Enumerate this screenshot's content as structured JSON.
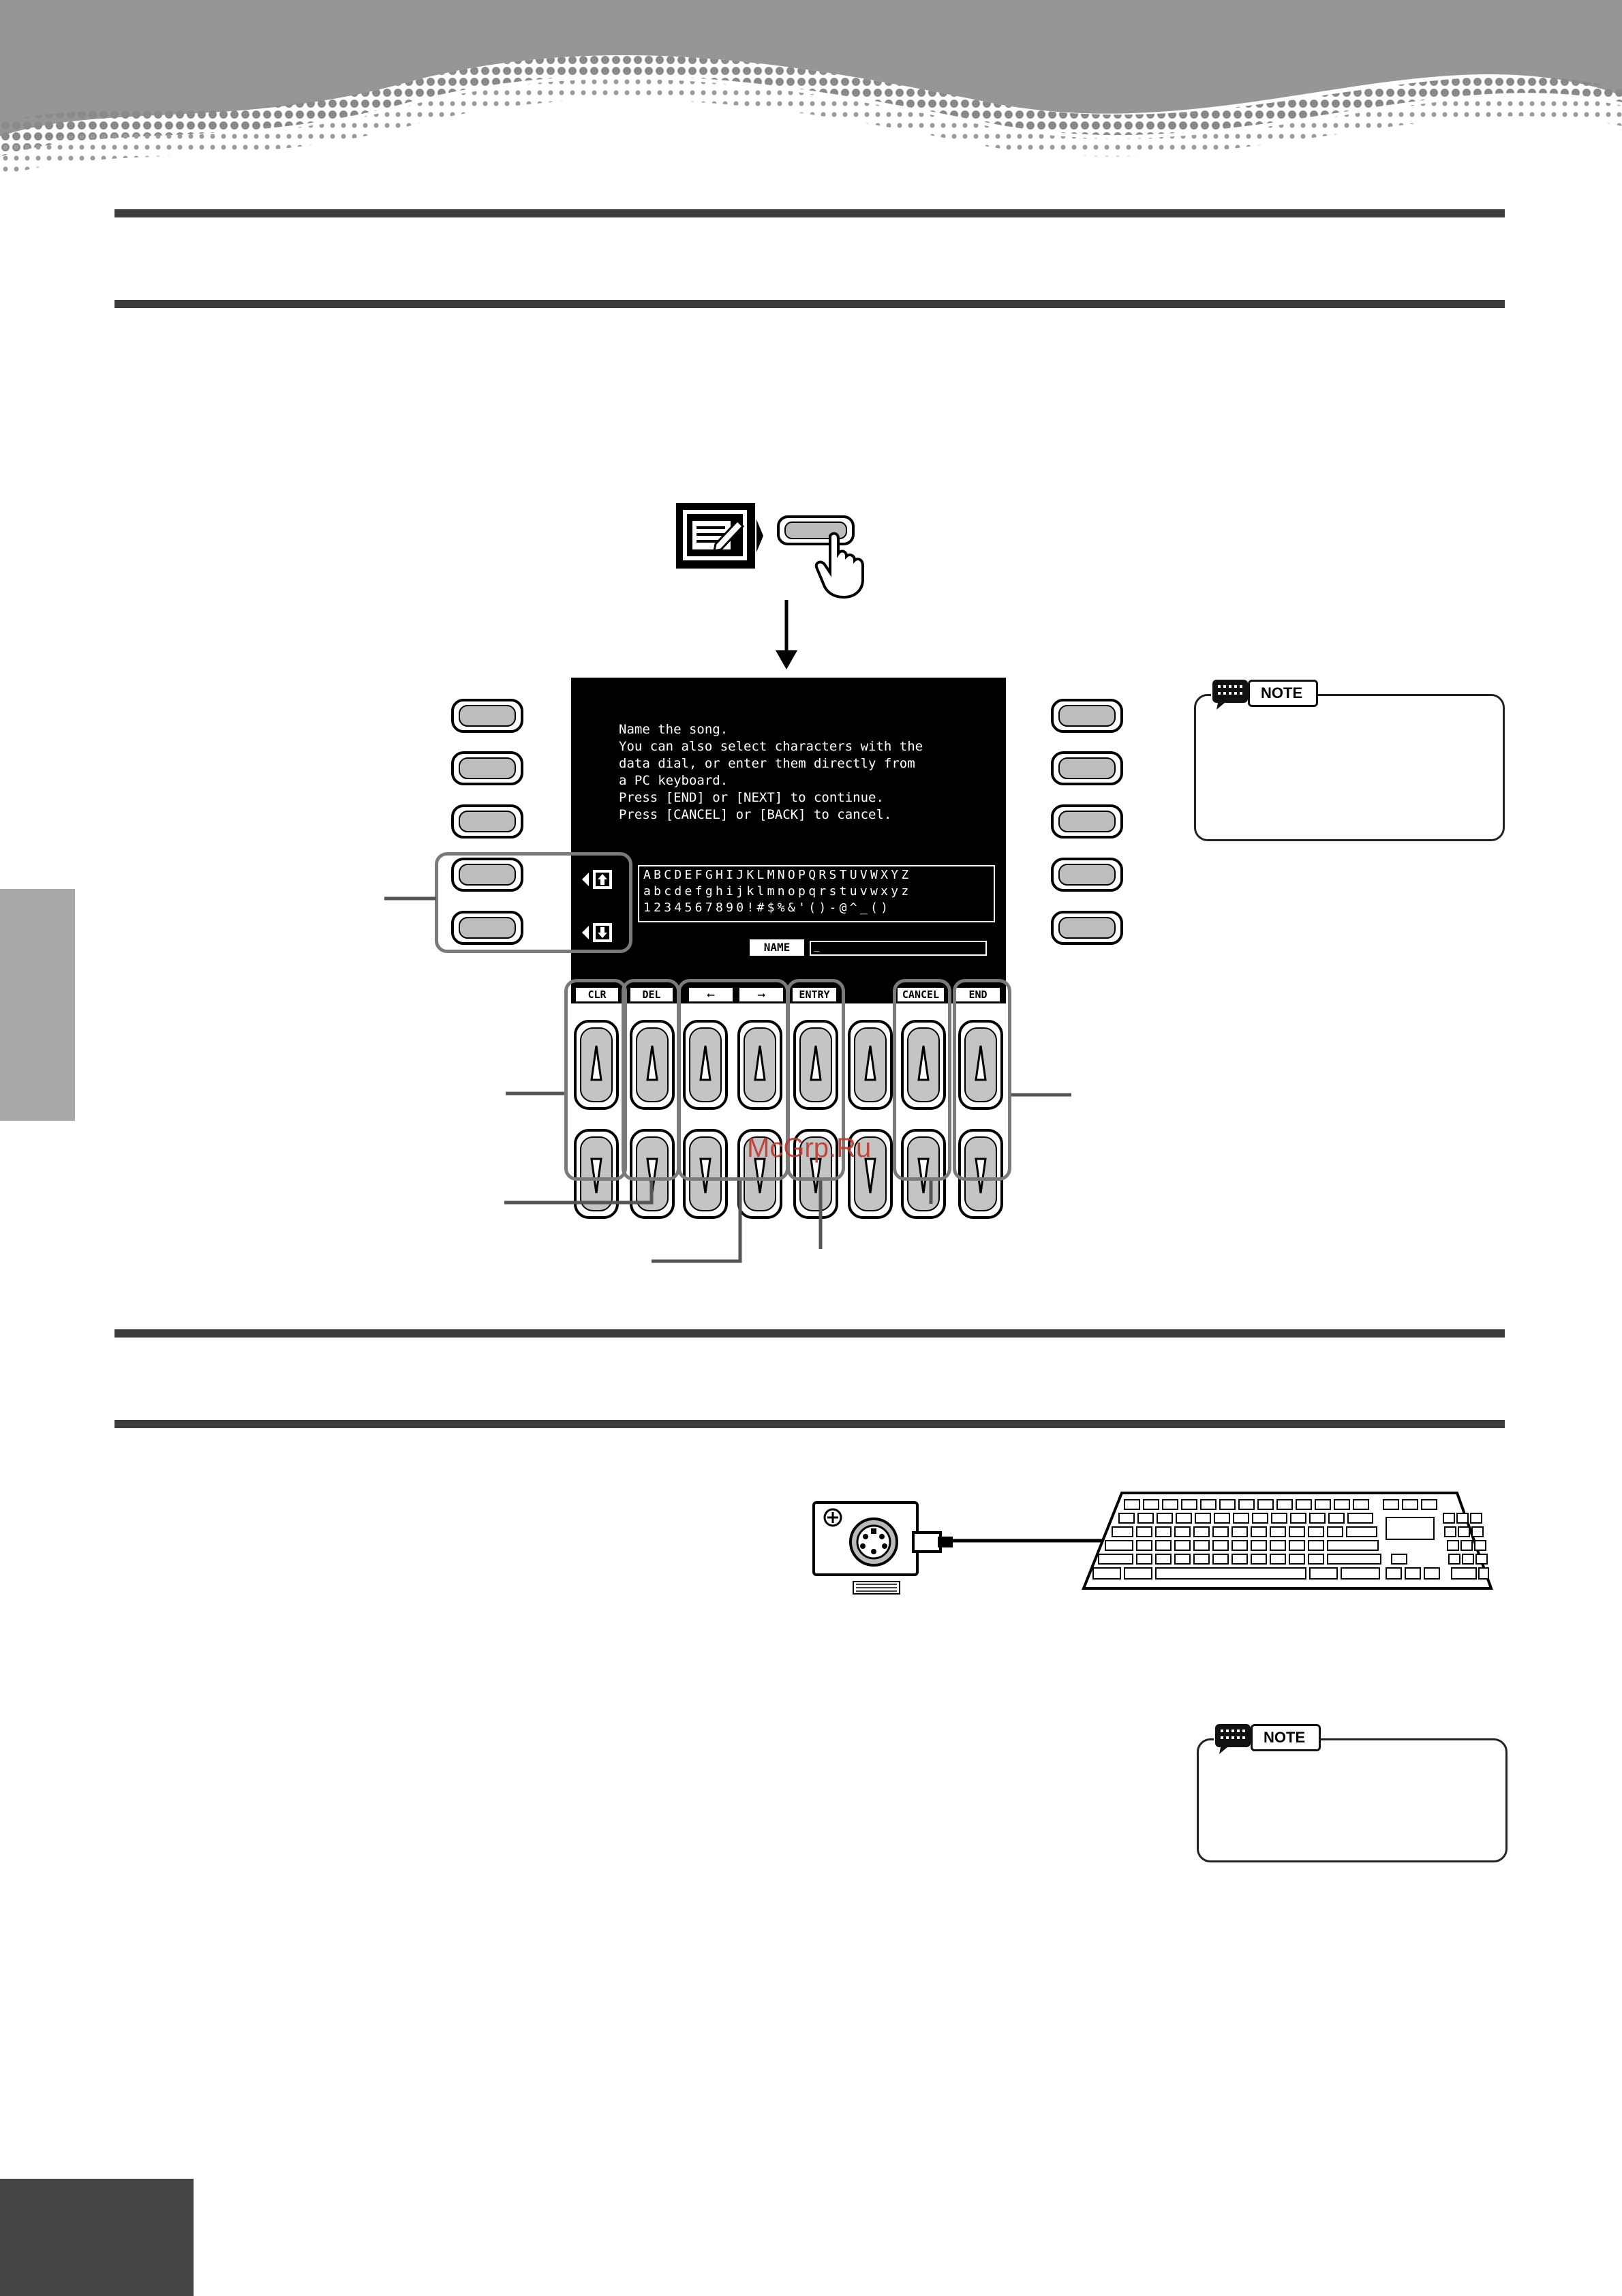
{
  "header": {
    "pattern": "halftone-wave"
  },
  "screen": {
    "message_lines": [
      "Name the song.",
      "You can also select characters with the",
      "data dial, or enter them directly from",
      "a PC keyboard.",
      "Press [END] or [NEXT] to continue.",
      "Press [CANCEL] or [BACK] to cancel."
    ],
    "char_rows": [
      "ABCDEFGHIJKLMNOPQRSTUVWXYZ",
      "abcdefghijklmnopqrstuvwxyz",
      "1234567890!#$%&'()-@^_()"
    ],
    "name_label": "NAME",
    "name_value": "_"
  },
  "bottom_tabs": [
    "CLR",
    "DEL",
    "⟵",
    "⟶",
    "ENTRY",
    "",
    "CANCEL",
    "END"
  ],
  "note_label": "NOTE",
  "watermark": "McGrp.Ru",
  "colors": {
    "screen": "#000000",
    "rule": "#3c3c3c",
    "group_outline": "#7a7a7a",
    "side_tab": "#a8a8a8",
    "page_corner": "#444444"
  }
}
